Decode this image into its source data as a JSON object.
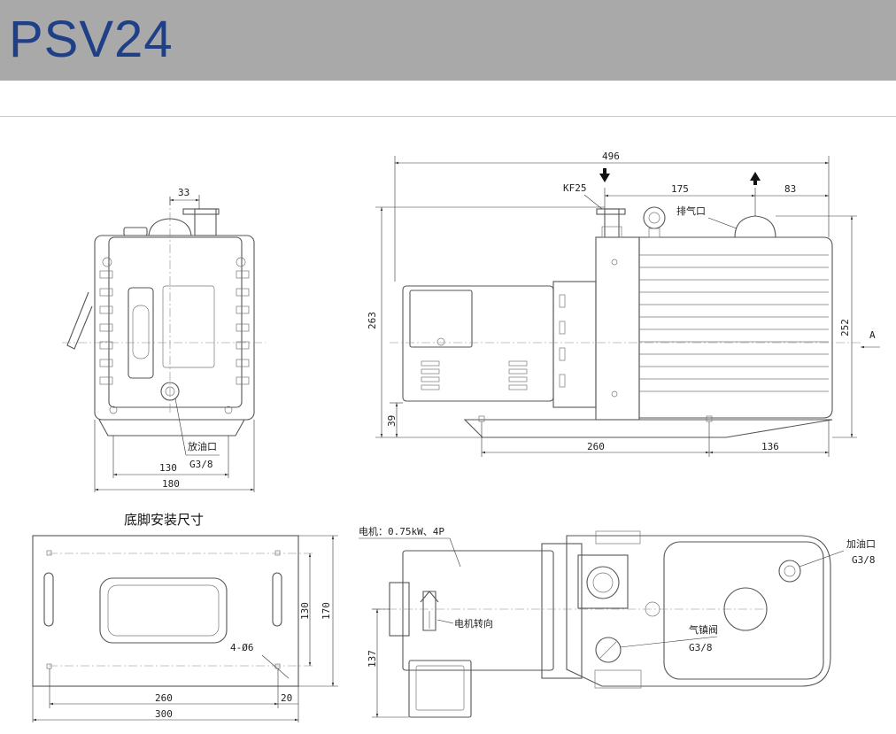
{
  "header": {
    "model": "PSV24"
  },
  "front_view": {
    "dims": {
      "top_offset": "33",
      "width_130": "130",
      "width_180": "180"
    },
    "oil_drain_label": "放油口",
    "oil_drain_thread": "G3/8"
  },
  "side_view": {
    "dims": {
      "overall_length": "496",
      "port_spacing": "175",
      "exhaust_to_end": "83",
      "overall_height": "263",
      "pump_height": "252",
      "foot_height": "39",
      "foot_spacing": "260",
      "foot_to_end": "136"
    },
    "inlet_label": "KF25",
    "exhaust_label": "排气口",
    "section_mark": "A"
  },
  "footprint_view": {
    "title": "底脚安装尺寸",
    "dims": {
      "inner_height": "130",
      "outer_height": "170",
      "inner_length": "260",
      "edge": "20",
      "outer_length": "300"
    },
    "hole_label": "4-Ø6"
  },
  "top_view": {
    "motor_label": "电机：0.75kW、4P",
    "rotation_label": "电机转向",
    "oil_fill_label": "加油口",
    "oil_fill_thread": "G3/8",
    "gas_ballast_label": "气镇阀",
    "gas_ballast_thread": "G3/8",
    "height_dim": "137"
  }
}
